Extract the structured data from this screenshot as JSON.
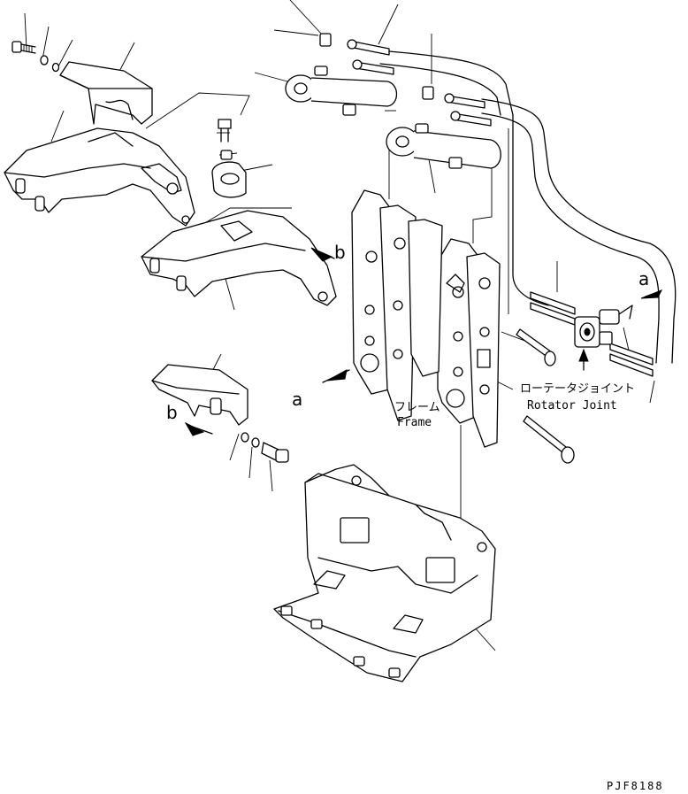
{
  "labels": {
    "frame_jp": "フレーム",
    "frame_en": "Frame",
    "rotator_jp": "ローテータジョイント",
    "rotator_en": "Rotator Joint",
    "view_a": "a",
    "view_b": "b",
    "drawing_code": "PJF8188"
  }
}
